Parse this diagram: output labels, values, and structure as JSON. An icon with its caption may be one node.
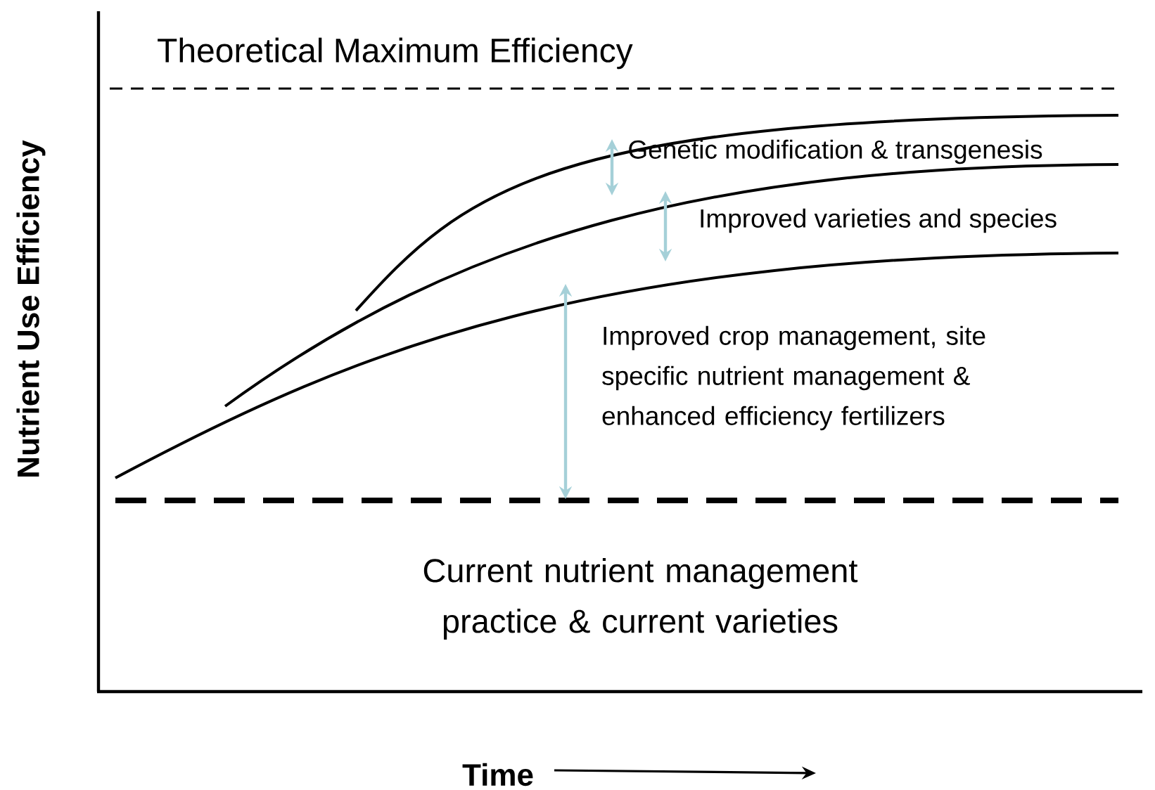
{
  "diagram": {
    "labels": [
      "Nutrient Use Efficiency",
      "Theoretical Maximum Efficiency",
      "Genetic modification & transgenesis",
      "Improved varieties and species",
      "Improved crop management, site specific nutrient management & enhanced efficiency fertilizers",
      "Current nutrient management practice & current varieties",
      "Time"
    ]
  }
}
